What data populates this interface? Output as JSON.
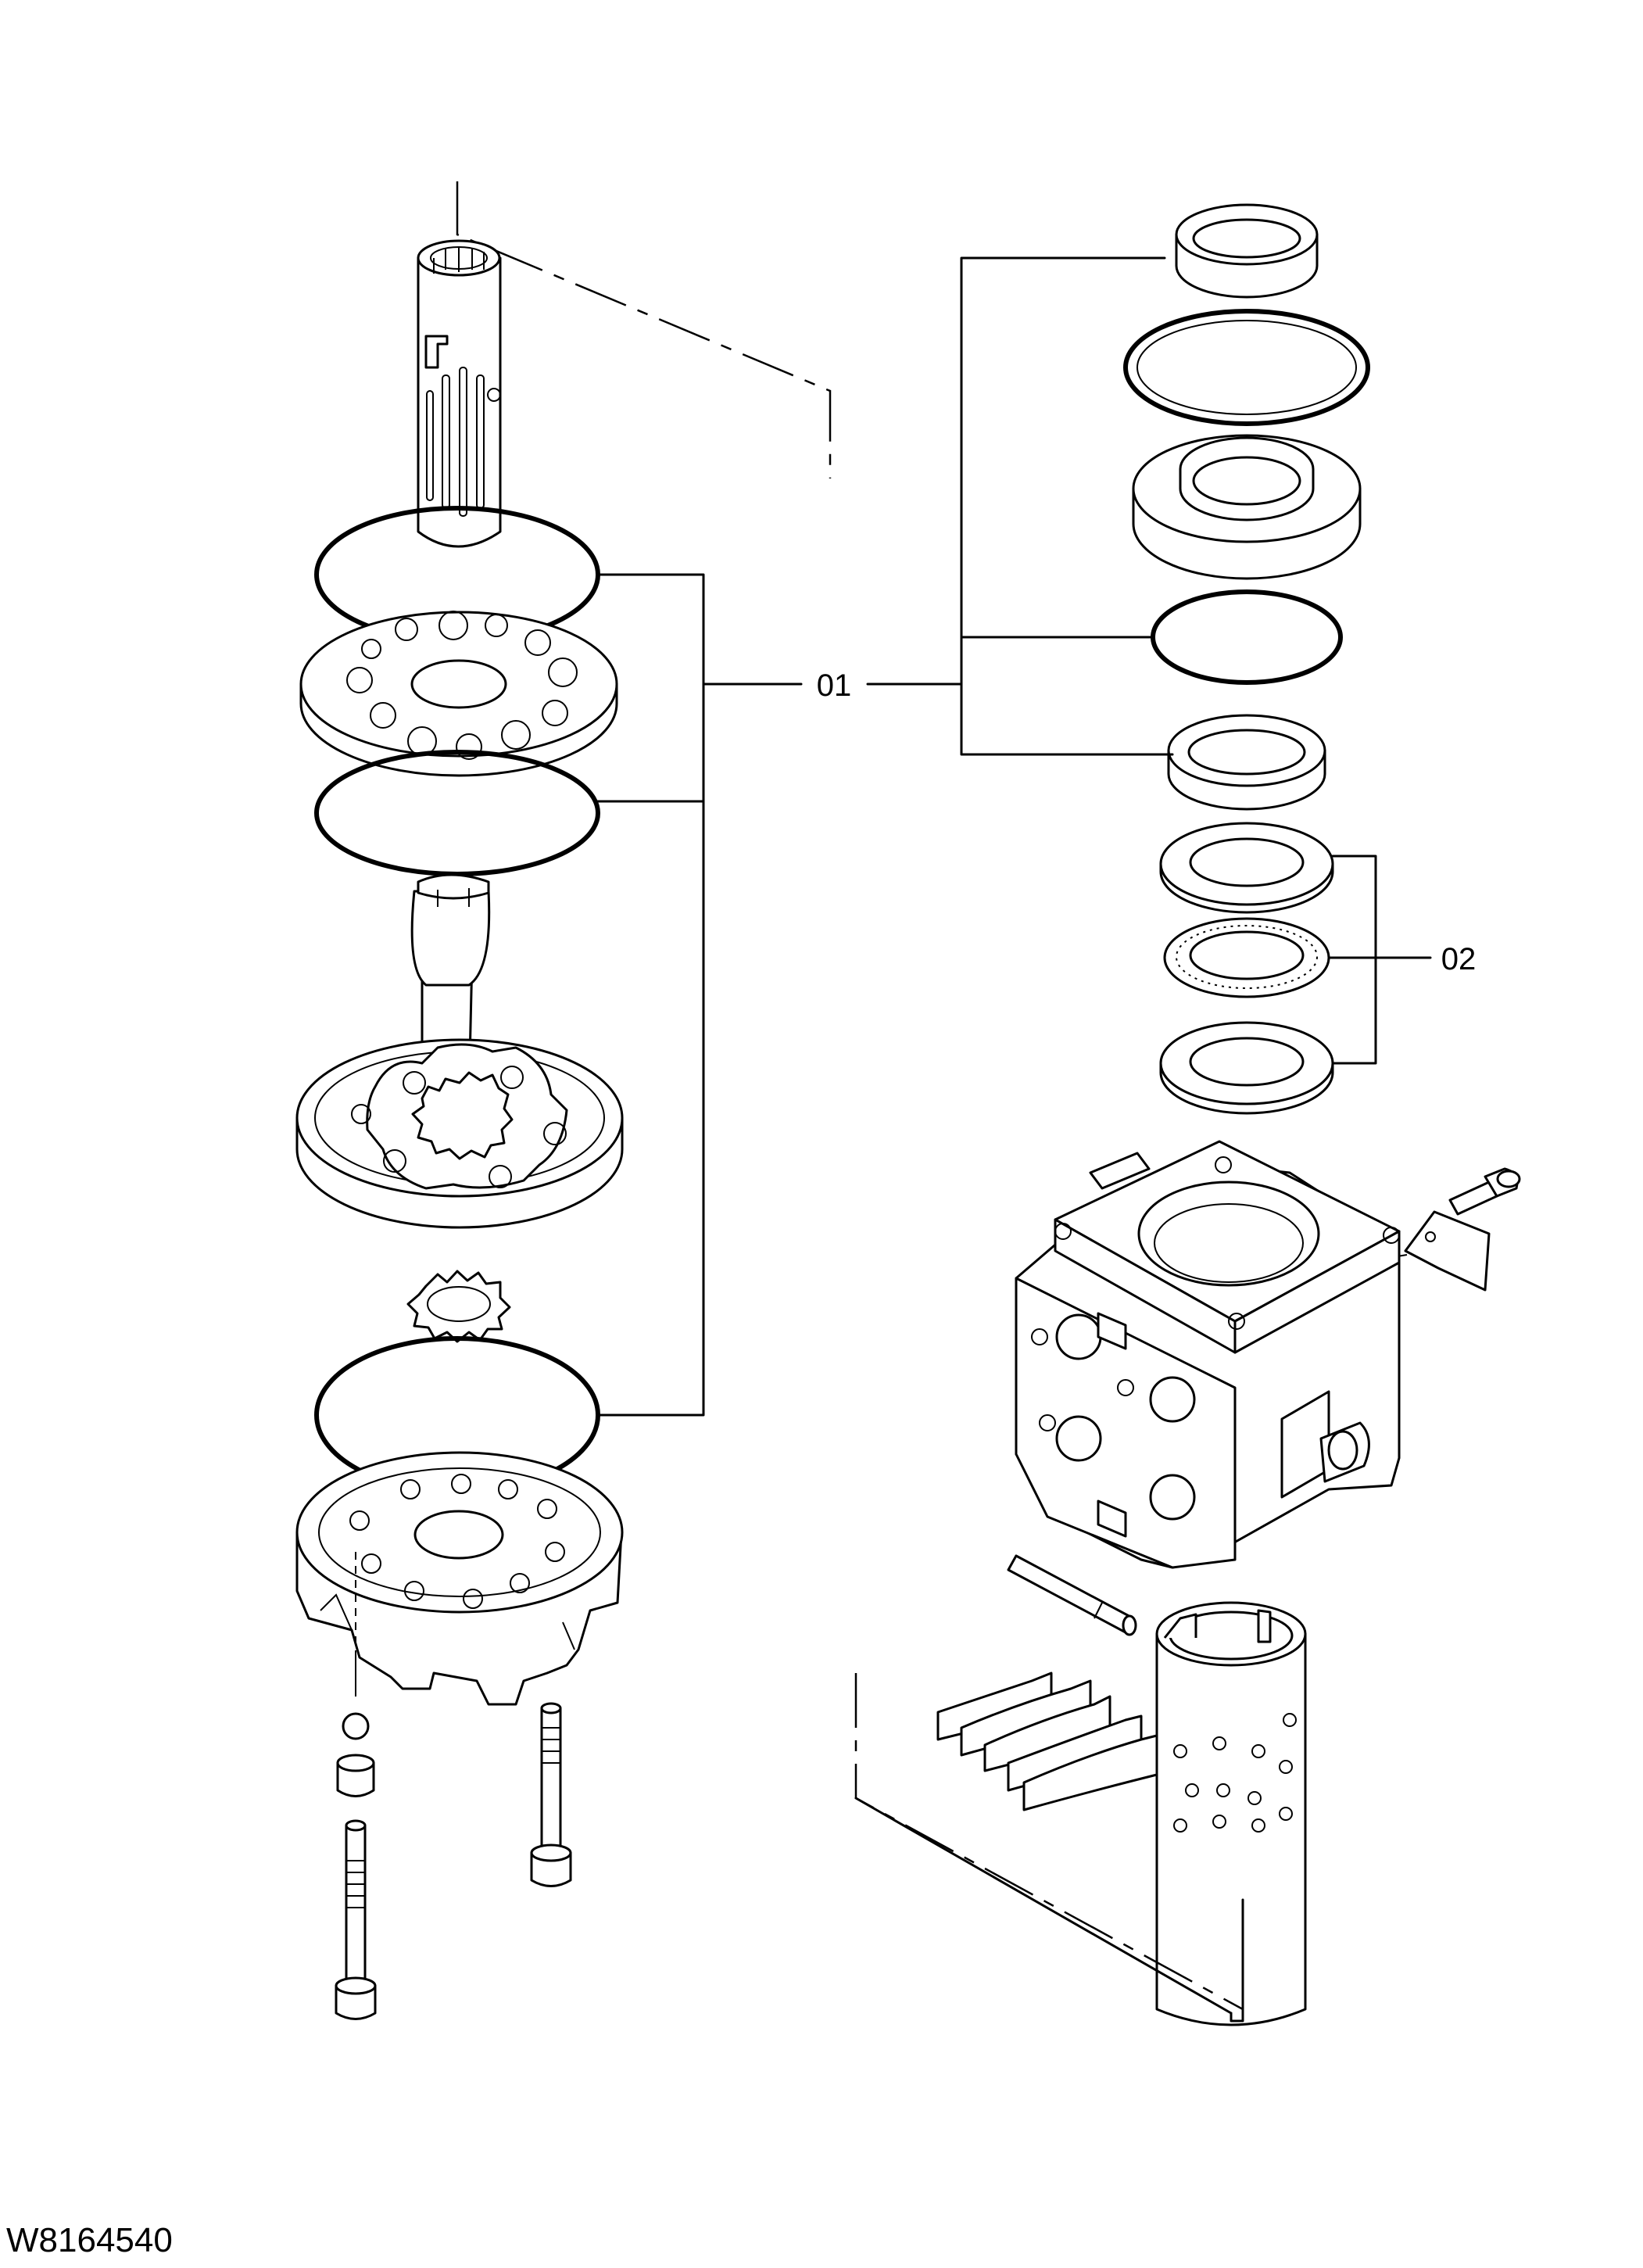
{
  "drawing_code": "W8164540",
  "callouts": [
    {
      "id": "01",
      "label": "01"
    },
    {
      "id": "02",
      "label": "02"
    }
  ],
  "colors": {
    "line": "#000000",
    "background": "#ffffff"
  }
}
